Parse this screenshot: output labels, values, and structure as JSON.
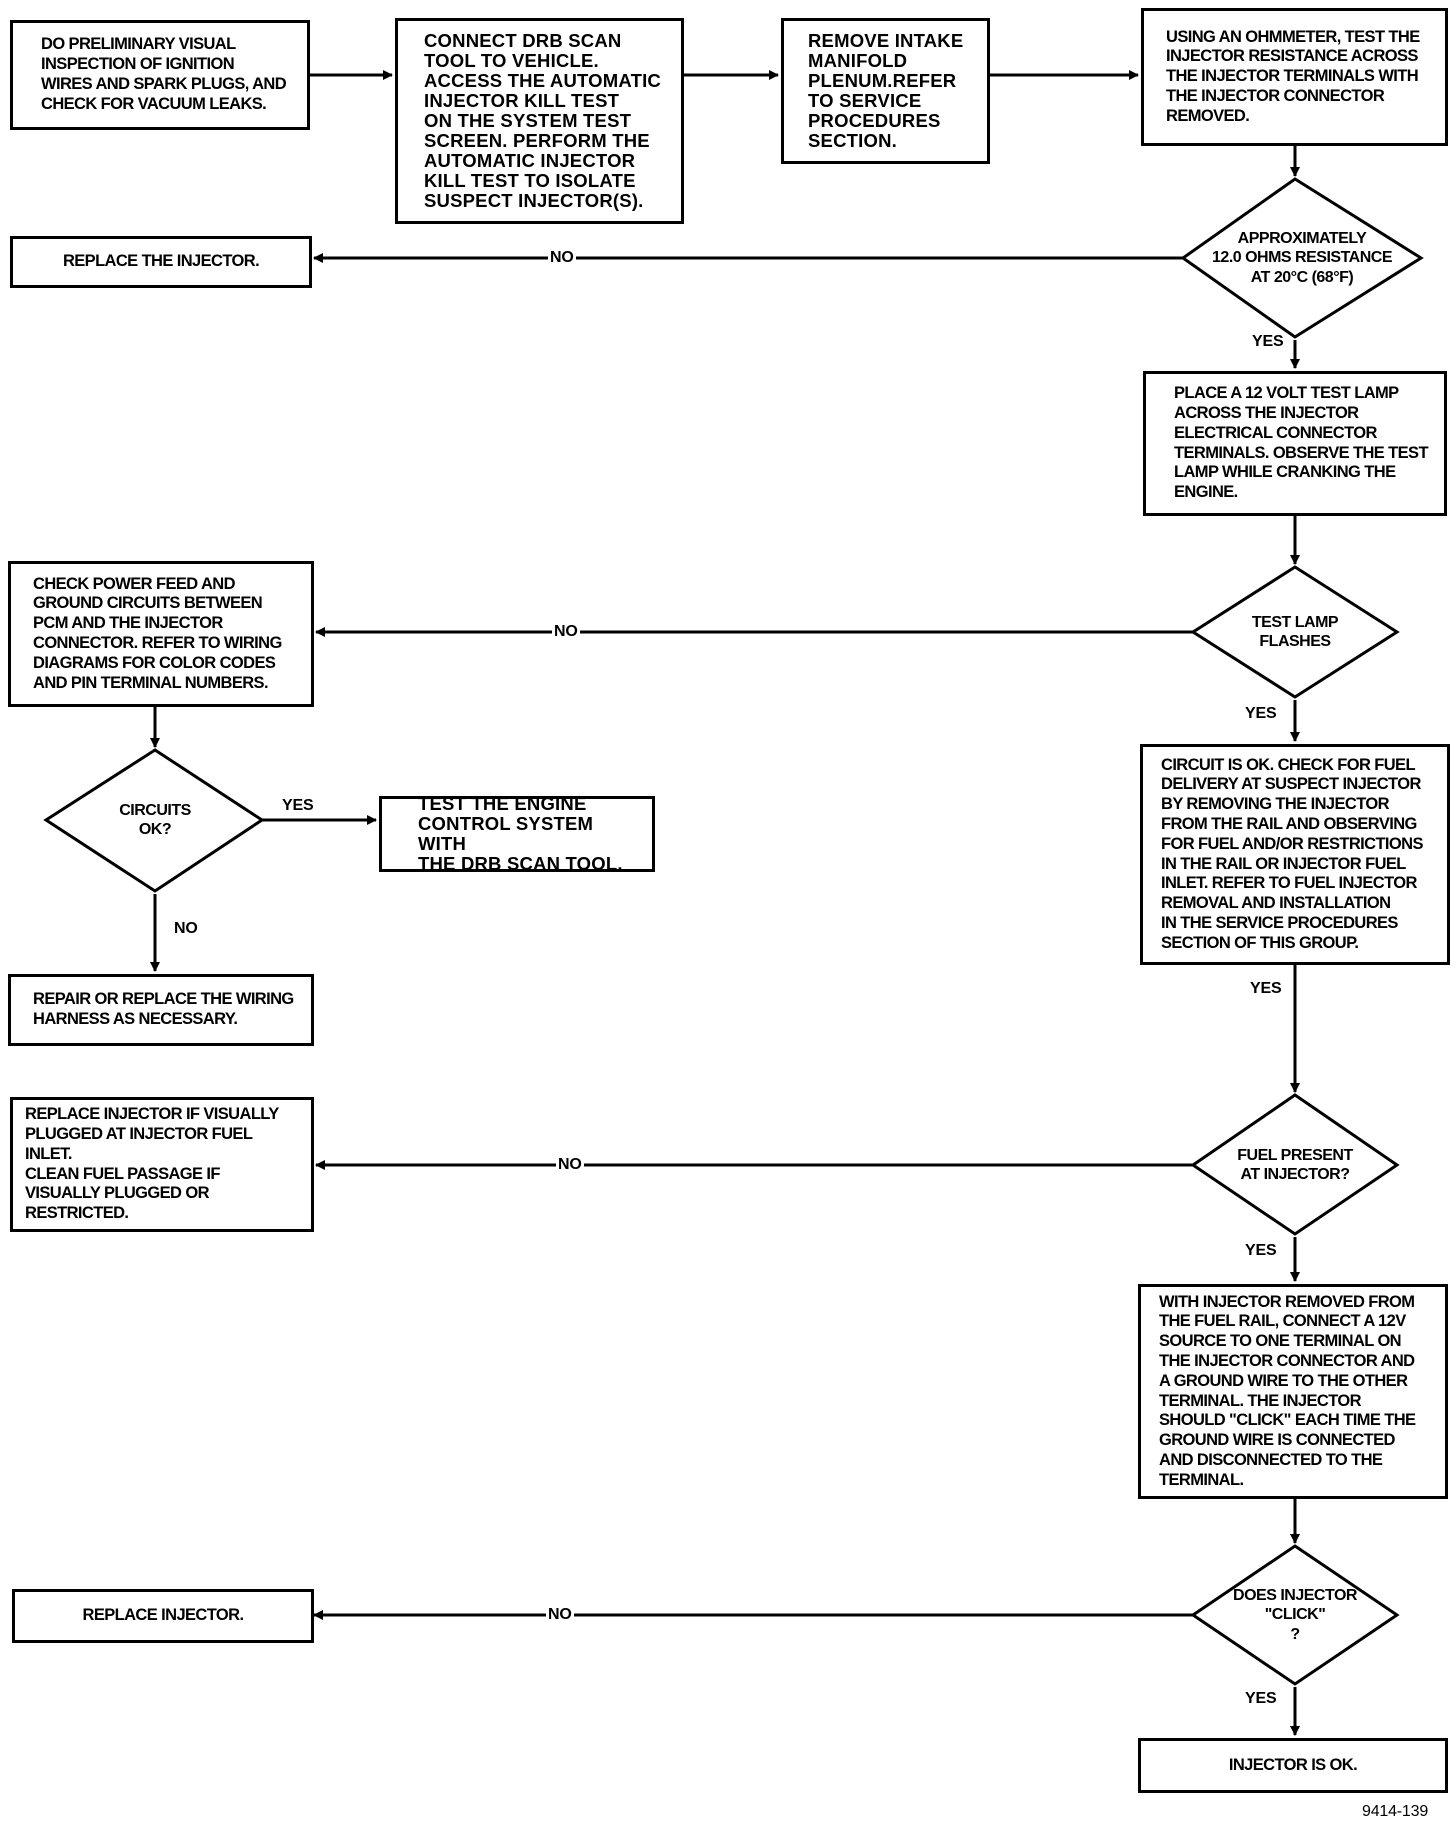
{
  "steps": {
    "s1": "DO PRELIMINARY VISUAL\nINSPECTION OF IGNITION\nWIRES AND SPARK PLUGS, AND\nCHECK FOR VACUUM LEAKS.",
    "s2": "CONNECT DRB SCAN\nTOOL TO VEHICLE.\nACCESS THE AUTOMATIC\nINJECTOR KILL TEST\nON THE SYSTEM TEST\nSCREEN. PERFORM THE\nAUTOMATIC INJECTOR\nKILL TEST TO ISOLATE\nSUSPECT INJECTOR(S).",
    "s3": "REMOVE INTAKE\nMANIFOLD\nPLENUM.REFER\nTO SERVICE\nPROCEDURES\nSECTION.",
    "s4": "USING AN OHMMETER, TEST THE\nINJECTOR RESISTANCE ACROSS\nTHE INJECTOR TERMINALS WITH\nTHE INJECTOR CONNECTOR\nREMOVED.",
    "replace_injector_1": "REPLACE THE INJECTOR.",
    "test_lamp_step": "PLACE A 12 VOLT TEST LAMP\nACROSS THE INJECTOR\nELECTRICAL CONNECTOR\nTERMINALS. OBSERVE THE TEST\nLAMP WHILE CRANKING THE\nENGINE.",
    "check_power": "CHECK POWER FEED AND\nGROUND CIRCUITS BETWEEN\nPCM  AND THE INJECTOR\nCONNECTOR. REFER TO WIRING\nDIAGRAMS FOR COLOR CODES\nAND PIN TERMINAL NUMBERS.",
    "test_engine": "TEST THE ENGINE\nCONTROL SYSTEM WITH\nTHE DRB SCAN TOOL.",
    "repair_wiring": "REPAIR OR REPLACE THE WIRING\nHARNESS AS NECESSARY.",
    "circuit_ok": "CIRCUIT IS OK. CHECK FOR FUEL\nDELIVERY AT SUSPECT INJECTOR\nBY REMOVING THE INJECTOR\nFROM THE RAIL AND OBSERVING\nFOR FUEL AND/OR RESTRICTIONS\nIN THE RAIL OR INJECTOR FUEL\nINLET. REFER TO FUEL INJECTOR\nREMOVAL AND INSTALLATION\nIN THE SERVICE PROCEDURES\nSECTION OF THIS GROUP.",
    "replace_if_plugged": "REPLACE INJECTOR IF VISUALLY\nPLUGGED AT INJECTOR FUEL\nINLET.\nCLEAN FUEL PASSAGE IF\nVISUALLY PLUGGED OR RESTRICTED.",
    "click_test": "WITH INJECTOR REMOVED FROM\nTHE FUEL RAIL, CONNECT A 12V\nSOURCE TO ONE TERMINAL ON\nTHE INJECTOR CONNECTOR AND\nA GROUND WIRE TO THE OTHER\nTERMINAL. THE INJECTOR\nSHOULD \"CLICK\" EACH TIME THE\nGROUND WIRE IS CONNECTED\nAND DISCONNECTED TO THE\nTERMINAL.",
    "replace_injector_2": "REPLACE INJECTOR.",
    "injector_ok": "INJECTOR IS OK."
  },
  "decisions": {
    "d_resistance": "APPROXIMATELY\n12.0 OHMS RESISTANCE\nAT 20°C (68°F)",
    "d_lamp": "TEST LAMP\nFLASHES",
    "d_circuits": "CIRCUITS\nOK?",
    "d_fuel": "FUEL PRESENT\nAT INJECTOR?",
    "d_click": "DOES INJECTOR\n\"CLICK\"\n?"
  },
  "labels": {
    "yes": "YES",
    "no": "NO"
  },
  "figure_id": "9414-139"
}
